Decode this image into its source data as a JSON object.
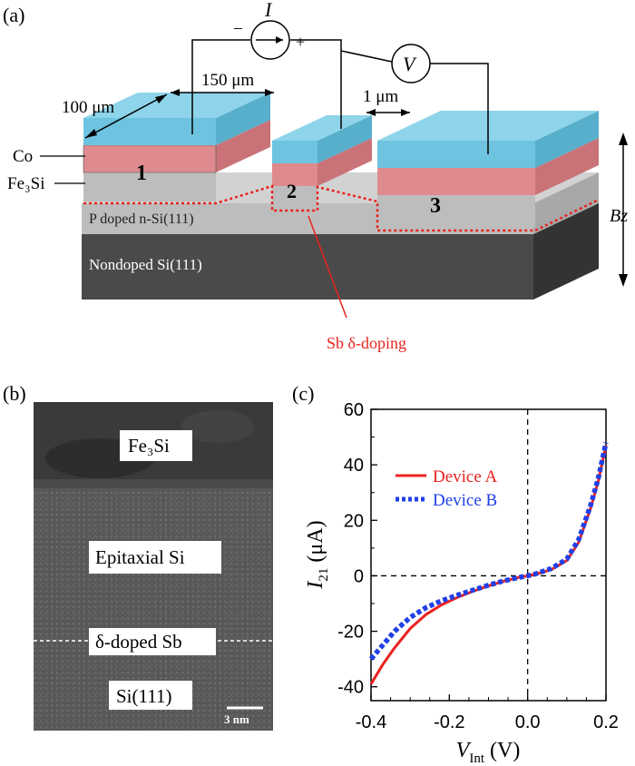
{
  "panel_a": {
    "label": "(a)",
    "current_symbol": "I",
    "minus": "–",
    "plus": "+",
    "voltage_symbol": "V",
    "dim_100": "100 μm",
    "dim_150": "150 μm",
    "dim_1": "1 μm",
    "layer_co": "Co",
    "layer_fe3si": "Fe₃Si",
    "contact_1": "1",
    "contact_2": "2",
    "contact_3": "3",
    "doped_si": "P doped n-Si(111)",
    "nondoped_si": "Nondoped Si(111)",
    "field_label": "Bz",
    "sb_label": "Sb δ-doping"
  },
  "panel_b": {
    "label": "(b)",
    "fe3si": "Fe₃Si",
    "epitaxial": "Epitaxial Si",
    "delta_sb": "δ-doped Sb",
    "substrate": "Si(111)",
    "scale": "3 nm"
  },
  "panel_c": {
    "label": "(c)"
  },
  "chart_data": {
    "type": "line",
    "xlabel": "VInt (V)",
    "ylabel": "I21 (μA)",
    "xlim": [
      -0.4,
      0.2
    ],
    "ylim": [
      -45,
      60
    ],
    "xticks": [
      "-0.4",
      "-0.2",
      "0.0",
      "0.2"
    ],
    "xtick_values": [
      -0.4,
      -0.2,
      0.0,
      0.2
    ],
    "yticks": [
      "-40",
      "-20",
      "0",
      "20",
      "40",
      "60"
    ],
    "ytick_values": [
      -40,
      -20,
      0,
      20,
      40,
      60
    ],
    "legend_position": "upper-left",
    "series": [
      {
        "name": "Device A",
        "color": "#e8231f",
        "style": "solid",
        "x": [
          -0.4,
          -0.37,
          -0.34,
          -0.3,
          -0.26,
          -0.22,
          -0.18,
          -0.14,
          -0.1,
          -0.06,
          -0.02,
          0.0,
          0.02,
          0.06,
          0.1,
          0.13,
          0.16,
          0.18,
          0.2
        ],
        "y": [
          -39,
          -32,
          -26,
          -19,
          -14,
          -10.5,
          -7.8,
          -5.6,
          -3.6,
          -1.9,
          -0.5,
          0,
          0.6,
          2.2,
          5.5,
          12,
          24,
          34,
          47
        ]
      },
      {
        "name": "Device B",
        "color": "#2040e8",
        "style": "dotted",
        "x": [
          -0.4,
          -0.37,
          -0.34,
          -0.3,
          -0.26,
          -0.22,
          -0.18,
          -0.14,
          -0.1,
          -0.06,
          -0.02,
          0.0,
          0.02,
          0.06,
          0.1,
          0.13,
          0.16,
          0.18,
          0.2
        ],
        "y": [
          -30,
          -25,
          -20,
          -15,
          -11.5,
          -9,
          -7,
          -5.2,
          -3.4,
          -1.8,
          -0.5,
          0,
          0.7,
          2.6,
          6,
          13,
          25,
          35,
          48
        ]
      }
    ]
  },
  "colors": {
    "co": "#6ec4e0",
    "fe3si": "#de8a8e",
    "doped_si": "#bdbdbd",
    "nondoped_si": "#4a4a4a",
    "sb_line": "#e8231f"
  }
}
